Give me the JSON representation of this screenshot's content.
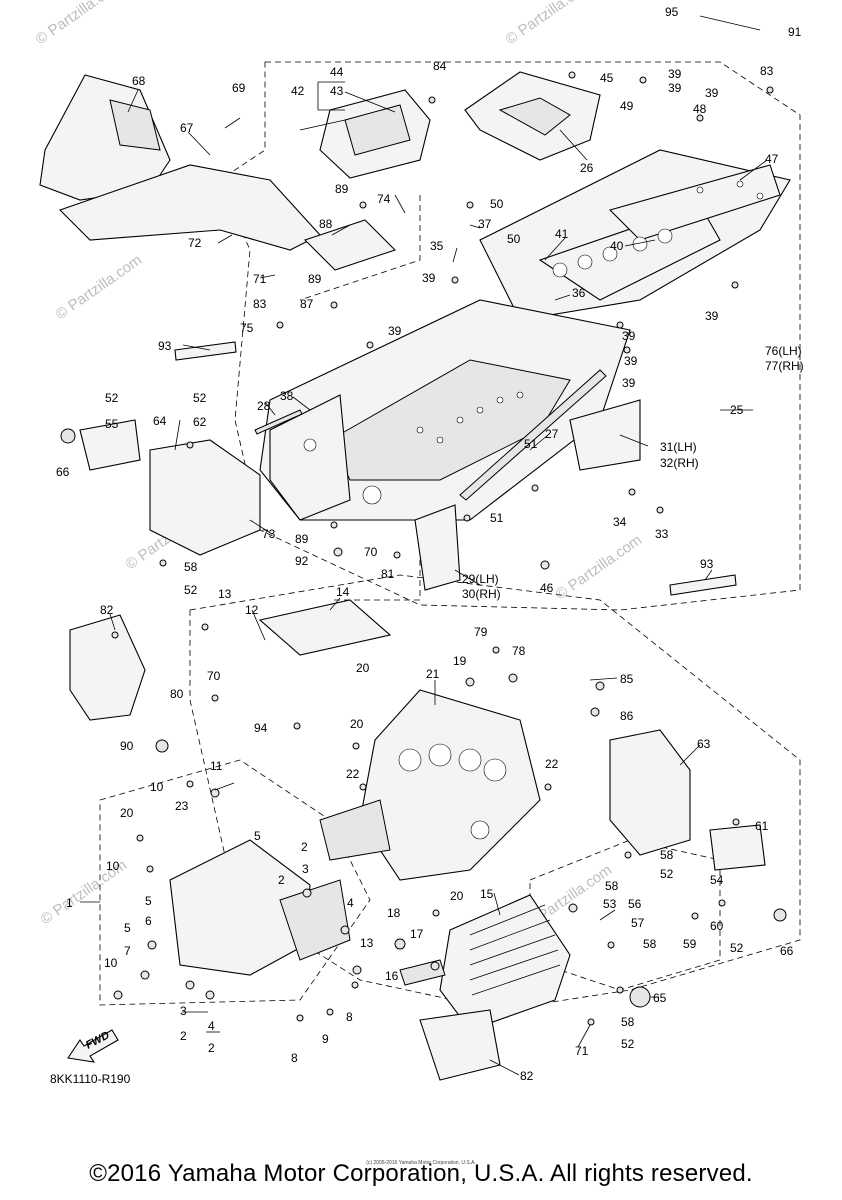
{
  "diagram": {
    "diagram_code": "8KK1110-R190",
    "copyright": "©2016 Yamaha Motor Corporation, U.S.A. All rights reserved.",
    "small_copyright": "(c) 2005-2016 Yamaha Motor Corporation, U.S.A.",
    "watermark": "© Partzilla.com",
    "fwd_label": "FWD",
    "callouts": [
      "95",
      "91",
      "84",
      "45",
      "44",
      "43",
      "42",
      "39",
      "39",
      "39",
      "83",
      "69",
      "68",
      "67",
      "49",
      "48",
      "47",
      "26",
      "74",
      "89",
      "88",
      "50",
      "37",
      "35",
      "39",
      "50",
      "41",
      "40",
      "36",
      "39",
      "39",
      "72",
      "71",
      "83",
      "87",
      "89",
      "75",
      "39",
      "93",
      "39",
      "39",
      "76(LH)",
      "77(RH)",
      "25",
      "28",
      "38",
      "52",
      "55",
      "52",
      "62",
      "64",
      "66",
      "27",
      "31(LH)",
      "32(RH)",
      "51",
      "34",
      "33",
      "73",
      "51",
      "89",
      "92",
      "70",
      "81",
      "29(LH)",
      "30(RH)",
      "46",
      "58",
      "52",
      "93",
      "82",
      "13",
      "12",
      "14",
      "79",
      "78",
      "85",
      "70",
      "80",
      "20",
      "19",
      "21",
      "86",
      "94",
      "63",
      "90",
      "11",
      "20",
      "22",
      "22",
      "10",
      "23",
      "20",
      "61",
      "10",
      "5",
      "58",
      "52",
      "54",
      "3",
      "2",
      "2",
      "4",
      "58",
      "53",
      "56",
      "57",
      "5",
      "6",
      "20",
      "15",
      "59",
      "60",
      "1",
      "5",
      "7",
      "18",
      "17",
      "13",
      "58",
      "66",
      "10",
      "16",
      "52",
      "3",
      "4",
      "8",
      "65",
      "9",
      "2",
      "2",
      "58",
      "52",
      "8",
      "71",
      "82"
    ]
  }
}
